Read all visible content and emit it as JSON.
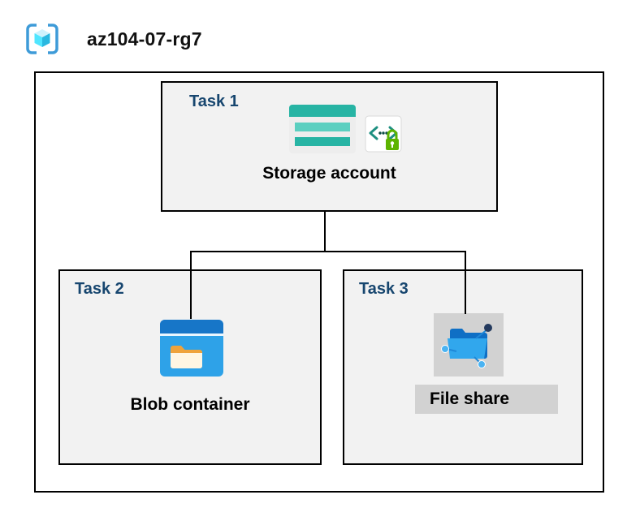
{
  "header": {
    "title": "az104-07-rg7",
    "icon": "resource-group-icon"
  },
  "diagram": {
    "tasks": [
      {
        "label": "Task 1",
        "node_label": "Storage account",
        "icons": [
          "storage-account-icon",
          "sas-key-lock-icon"
        ]
      },
      {
        "label": "Task 2",
        "node_label": "Blob container",
        "icons": [
          "blob-container-icon"
        ]
      },
      {
        "label": "Task 3",
        "node_label": "File share",
        "icons": [
          "file-share-icon"
        ]
      }
    ],
    "connectors": {
      "from": "Storage account",
      "to": [
        "Blob container",
        "File share"
      ]
    },
    "colors": {
      "task_label": "#17466F",
      "task_box_fill": "#F2F2F2",
      "box_border": "#000000",
      "highlight_gray": "#D2D2D2",
      "storage_teal": "#27B4A4",
      "azure_blue": "#2EA2E8",
      "lock_green": "#5DB300"
    }
  }
}
